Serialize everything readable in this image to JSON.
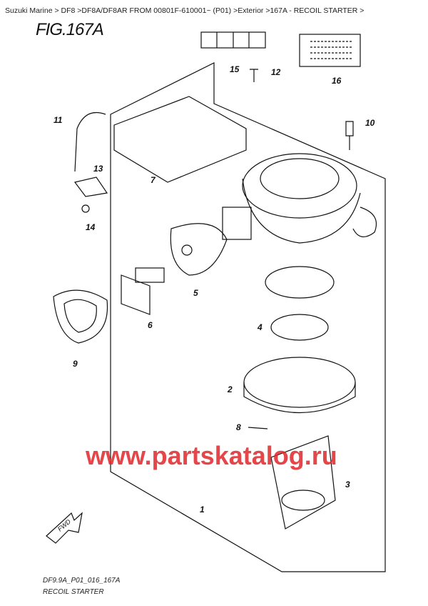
{
  "breadcrumb": "Suzuki Marine > DF8 >DF8A/DF8AR FROM 00801F-610001~ (P01) >Exterior >167A - RECOIL STARTER >",
  "figure_title": "FIG.167A",
  "drawing_code": "DF9.9A_P01_016_167A",
  "drawing_name": "RECOIL STARTER",
  "watermark": "www.partskatalog.ru",
  "fwd_label": "FWD",
  "callouts": [
    "15",
    "12",
    "16",
    "11",
    "10",
    "7",
    "13",
    "14",
    "5",
    "6",
    "9",
    "4",
    "2",
    "8",
    "3",
    "1"
  ]
}
